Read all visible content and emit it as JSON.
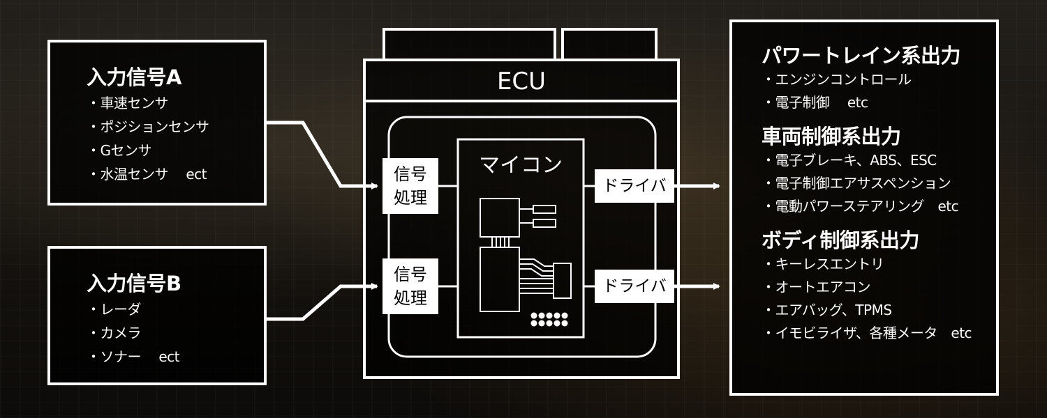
{
  "input_a": {
    "title": "入力信号A",
    "items": [
      "・車速センサ",
      "・ポジションセンサ",
      "・Gセンサ",
      "・水温センサ　 ect"
    ]
  },
  "input_b": {
    "title": "入力信号B",
    "items": [
      "・レーダ",
      "・カメラ",
      "・ソナー　 ect"
    ]
  },
  "ecu": {
    "label": "ECU",
    "signal_label_1": "信号",
    "signal_label_2": "処理",
    "microcomputer_label": "マイコン",
    "driver_label": "ドライバ"
  },
  "output": {
    "sections": [
      {
        "title": "パワートレイン系出力",
        "items": [
          "・エンジンコントロール",
          "・電子制御　 etc"
        ]
      },
      {
        "title": "車両制御系出力",
        "items": [
          "・電子ブレーキ、ABS、ESC",
          "・電子制御エアサスペンション",
          "・電動パワーステアリング　etc"
        ]
      },
      {
        "title": "ボディ制御系出力",
        "items": [
          "・キーレスエントリ",
          "・オートエアコン",
          "・エアバッグ、TPMS",
          "・イモビライザ、各種メータ　etc"
        ]
      }
    ]
  }
}
